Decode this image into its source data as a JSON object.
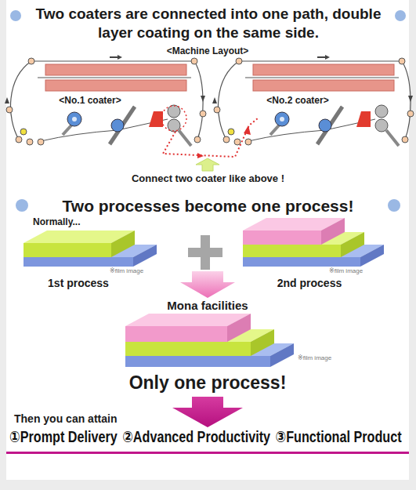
{
  "diagram": {
    "title": "Two coaters are connected into one path, double layer coating on the same side.",
    "labels": [
      "<Machine Layout>",
      "<No.1 coater>",
      "<No.2 coater>",
      "Connect two coater like above !",
      "Two processes become one process!",
      "Normally...",
      "※film image",
      "1st process",
      "※film image",
      "2nd process",
      "Mona facilities",
      "※film image",
      "Only one process!",
      "Then you can attain",
      "①Prompt Delivery",
      "②Advanced Productivity",
      "③Functional Product"
    ]
  }
}
